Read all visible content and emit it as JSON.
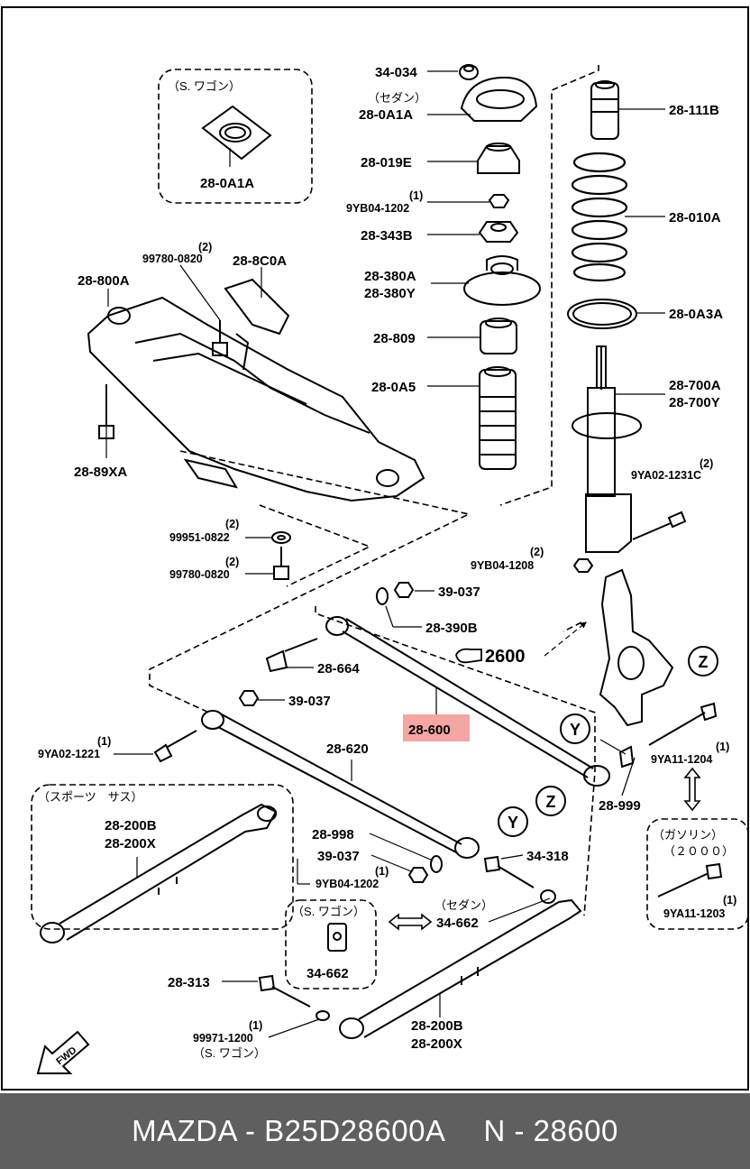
{
  "footer": {
    "brand": "MAZDA - B25D28600A",
    "code": "N - 28600"
  },
  "highlight": {
    "label": "28-600",
    "color": "#f4a6a3"
  },
  "callout_2600": "2600",
  "labels": {
    "wagon_top": "（S. ワゴン）",
    "p_28_0A1A_a": "28-0A1A",
    "p_34_034": "34-034",
    "sedan": "（セダン）",
    "p_28_0A1A_b": "28-0A1A",
    "p_28_019E": "28-019E",
    "q_1a": "(1)",
    "p_9YB04_1202a": "9YB04-1202",
    "p_28_343B": "28-343B",
    "p_28_380A": "28-380A",
    "p_28_380Y": "28-380Y",
    "p_28_809": "28-809",
    "p_28_0A5": "28-0A5",
    "p_28_111B": "28-111B",
    "p_28_010A": "28-010A",
    "p_28_0A3A": "28-0A3A",
    "p_28_700A": "28-700A",
    "p_28_700Y": "28-700Y",
    "q_2a": "(2)",
    "p_9YA02_1231C": "9YA02-1231C",
    "q_2b": "(2)",
    "p_9YB04_1208": "9YB04-1208",
    "p_28_800A": "28-800A",
    "q_2c": "(2)",
    "p_99780_0820a": "99780-0820",
    "p_28_8C0A": "28-8C0A",
    "p_28_89XA": "28-89XA",
    "q_2d": "(2)",
    "p_99951_0822": "99951-0822",
    "q_2e": "(2)",
    "p_99780_0820b": "99780-0820",
    "p_39_037a": "39-037",
    "p_28_390B": "28-390B",
    "p_28_664": "28-664",
    "p_39_037b": "39-037",
    "q_1b": "(1)",
    "p_9YA02_1221": "9YA02-1221",
    "p_28_620": "28-620",
    "z_mark": "Z",
    "y_mark": "Y",
    "q_1c": "(1)",
    "p_9YA11_1204": "9YA11-1204",
    "p_28_999": "28-999",
    "sports": "（スポーツ　サス）",
    "p_28_200B_a": "28-200B",
    "p_28_200X_a": "28-200X",
    "p_28_998": "28-998",
    "p_39_037c": "39-037",
    "p_9YB04_1202b": "9YB04-1202",
    "q_1d": "(1)",
    "p_34_318": "34-318",
    "gasoline": "（ガソリン）",
    "year": "（２０００）",
    "q_1e": "(1)",
    "p_9YA11_1203": "9YA11-1203",
    "wagon_mid": "（S. ワゴン）",
    "p_34_662a": "34-662",
    "sedan_b": "（セダン）",
    "p_34_662b": "34-662",
    "p_28_313": "28-313",
    "q_1f": "(1)",
    "p_99971_1200": "99971-1200",
    "wagon_bot": "（S. ワゴン）",
    "p_28_200B_b": "28-200B",
    "p_28_200X_b": "28-200X",
    "fwd": "FWD"
  }
}
